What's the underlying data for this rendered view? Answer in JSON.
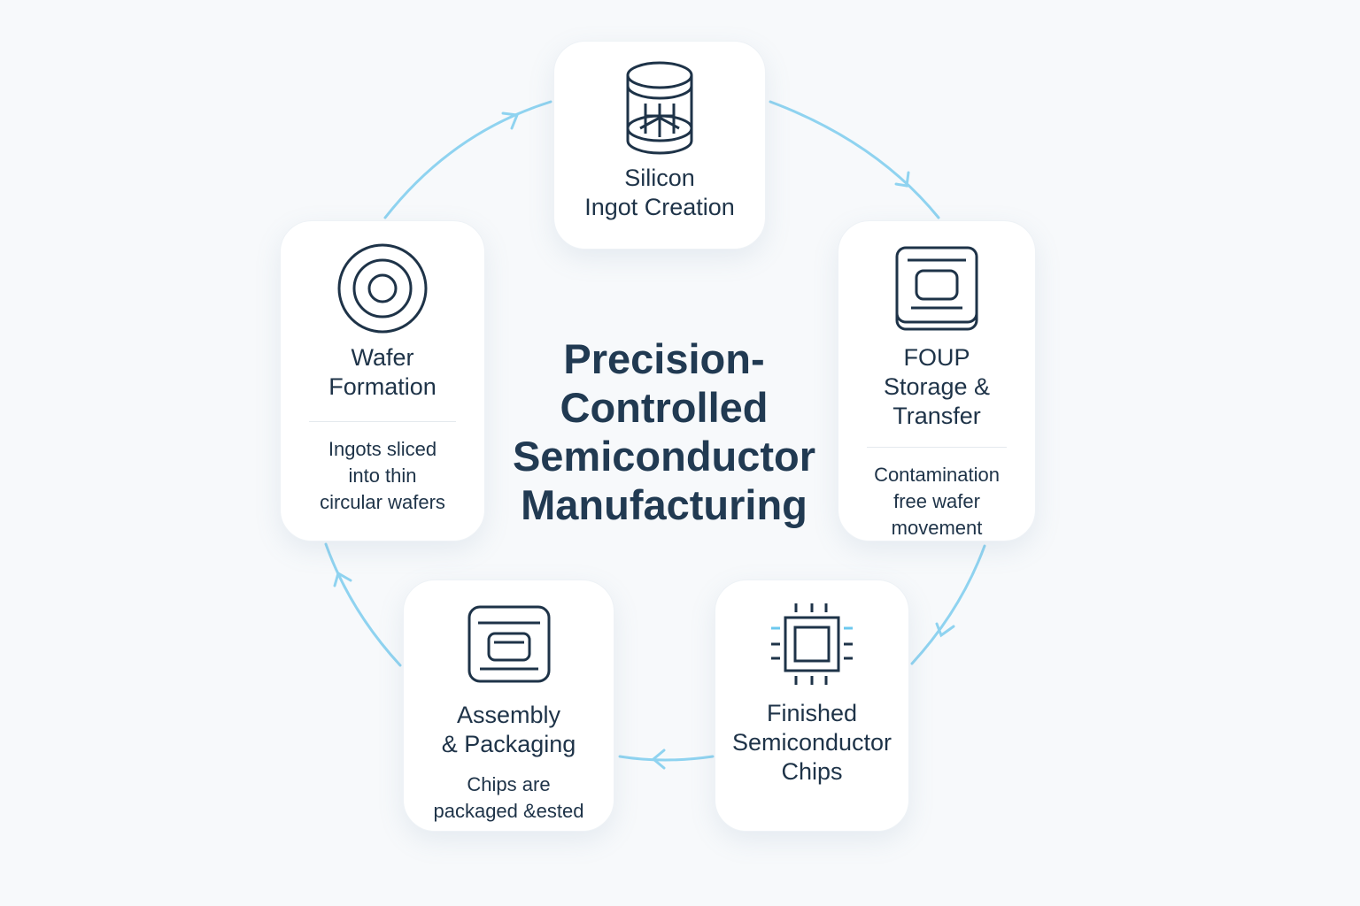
{
  "title": "Precision-\nControlled\nSemiconductor\nManufacturing",
  "steps": [
    {
      "title": "Silicon\nIngot Creation",
      "icon": "ingot-cylinder-icon"
    },
    {
      "title": "FOUP\nStorage &\nTransfer",
      "description": "Contamination\nfree wafer\nmovement",
      "icon": "foup-container-icon"
    },
    {
      "title": "Finished\nSemiconductor\nChips",
      "icon": "chip-icon"
    },
    {
      "title": "Assembly\n& Packaging",
      "description": "Chips are\npackaged &ested",
      "icon": "package-icon"
    },
    {
      "title": "Wafer\nFormation",
      "description": "Ingots sliced\ninto thin\ncircular wafers",
      "icon": "wafer-icon"
    }
  ],
  "colors": {
    "arrow": "#8fd3f0",
    "text": "#1e3348",
    "accent": "#6cc8ee"
  }
}
